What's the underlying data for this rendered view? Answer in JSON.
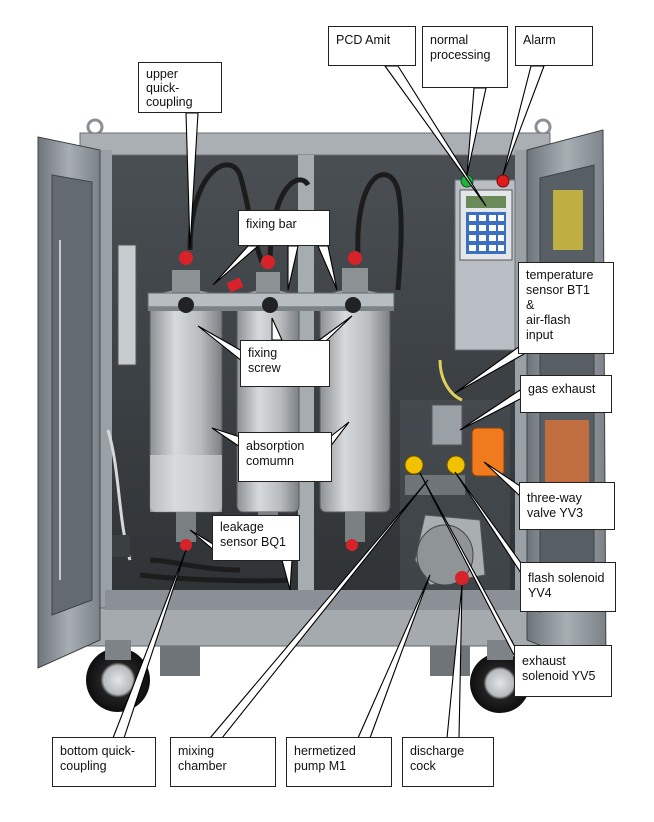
{
  "labels": {
    "pcd_amit": "PCD Amit",
    "normal_processing": "normal\nprocessing",
    "alarm": "Alarm",
    "upper_quick_coupling": "upper\nquick-\ncoupling",
    "fixing_bar": "fixing  bar",
    "fixing_screw": "fixing\nscrew",
    "absorption_column": "absorption\ncomumn",
    "temperature_sensor": "temperature\nsensor BT1\n&\nair-flash\ninput",
    "gas_exhaust": "gas exhaust",
    "three_way_valve": "three-way\nvalve YV3",
    "flash_solenoid": "flash solenoid\nYV4",
    "exhaust_solenoid": "exhaust\nsolenoid YV5",
    "leakage_sensor": "leakage\nsensor BQ1",
    "bottom_quick_coupling": "bottom quick-\ncoupling",
    "mixing_chamber": "mixing\nchamber",
    "hermetized_pump": "hermetized\npump M1",
    "discharge_cock": "discharge\ncock"
  },
  "colors": {
    "frame": "#9aa1a6",
    "frame_dark": "#5e656b",
    "cylinder": "#b9bcbe",
    "cylinder_shade": "#8d9194",
    "hose": "#1c1c1c",
    "panel": "#b8bec4",
    "keypad": "#3c6fc0",
    "lamp_green": "#1fb43c",
    "lamp_red": "#e01c1c",
    "actuator_orange": "#f07a1e",
    "valve_yellow": "#f2c200",
    "cap_red": "#d8222a",
    "wheel": "#1b1b1b",
    "wheel_hub": "#cfd2d4"
  }
}
